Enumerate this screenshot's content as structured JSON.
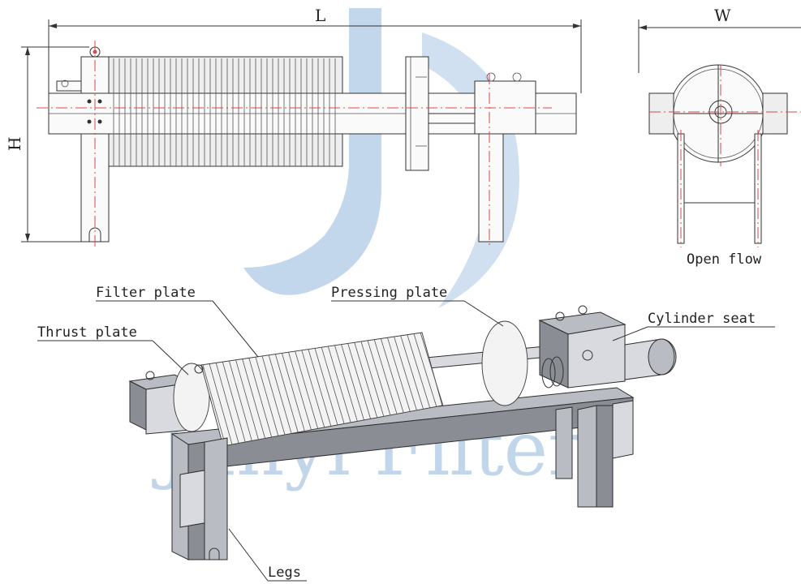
{
  "watermark": {
    "text": "Junyi Filter",
    "color": "#8fb5dc"
  },
  "dimensions": {
    "length": "L",
    "width": "W",
    "height": "H"
  },
  "labels": {
    "open_flow": "Open flow",
    "filter_plate": "Filter plate",
    "pressing_plate": "Pressing plate",
    "thrust_plate": "Thrust plate",
    "cylinder_seat": "Cylinder seat",
    "legs": "Legs"
  },
  "colors": {
    "centerline": "#d84a4a",
    "steel": "#b9bcc2",
    "line": "#333333"
  }
}
